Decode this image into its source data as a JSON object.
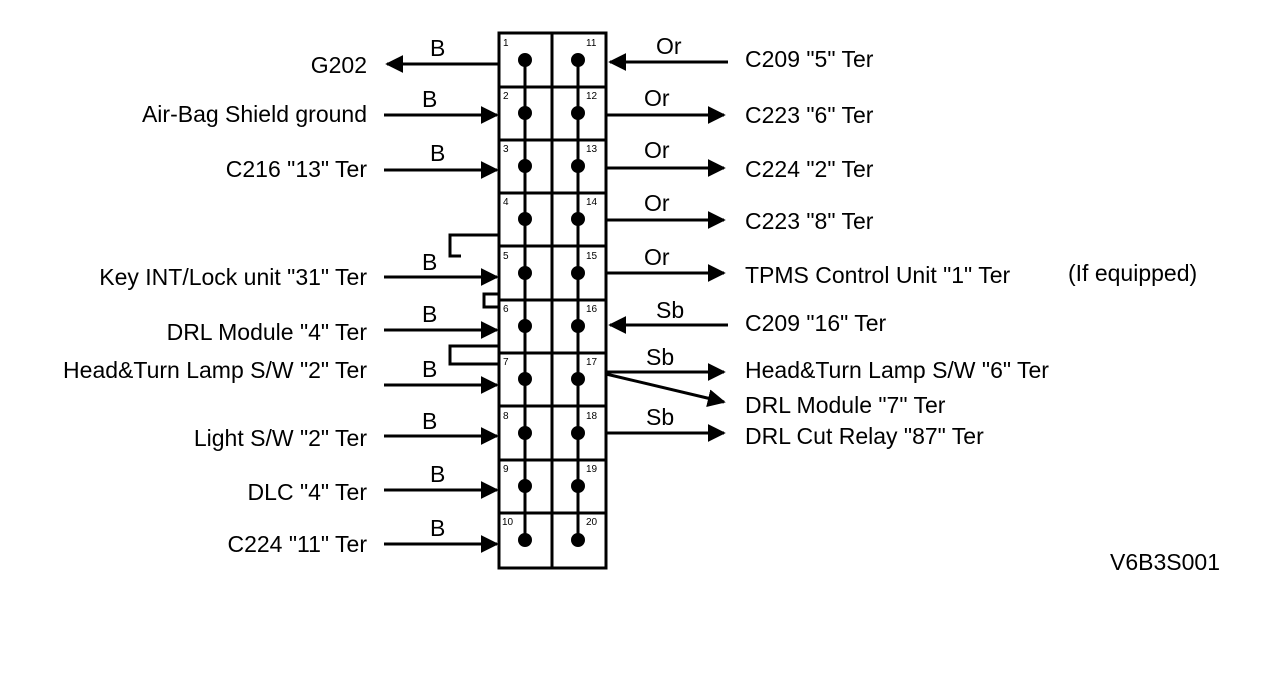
{
  "colors": {
    "ink": "#000000",
    "background": "#ffffff"
  },
  "connector": {
    "left_pins": [
      "1",
      "2",
      "3",
      "4",
      "5",
      "6",
      "7",
      "8",
      "9",
      "10"
    ],
    "right_pins": [
      "11",
      "12",
      "13",
      "14",
      "15",
      "16",
      "17",
      "18",
      "19",
      "20"
    ]
  },
  "left_connections": [
    {
      "label": "G202",
      "code": "B",
      "direction": "outgoing"
    },
    {
      "label": "Air-Bag Shield ground",
      "code": "B",
      "direction": "incoming"
    },
    {
      "label": "C216 \"13\" Ter",
      "code": "B",
      "direction": "incoming"
    },
    {
      "label": "Key INT/Lock unit \"31\" Ter",
      "code": "B",
      "direction": "incoming"
    },
    {
      "label": "DRL Module \"4\" Ter",
      "code": "B",
      "direction": "incoming"
    },
    {
      "label": "Head&Turn Lamp S/W \"2\" Ter",
      "code": "B",
      "direction": "incoming"
    },
    {
      "label": "Light S/W \"2\" Ter",
      "code": "B",
      "direction": "incoming"
    },
    {
      "label": "DLC \"4\" Ter",
      "code": "B",
      "direction": "incoming"
    },
    {
      "label": "C224 \"11\" Ter",
      "code": "B",
      "direction": "incoming"
    }
  ],
  "right_connections": [
    {
      "label": "C209 \"5\" Ter",
      "code": "Or",
      "direction": "incoming"
    },
    {
      "label": "C223 \"6\" Ter",
      "code": "Or",
      "direction": "outgoing"
    },
    {
      "label": "C224 \"2\" Ter",
      "code": "Or",
      "direction": "outgoing"
    },
    {
      "label": "C223 \"8\" Ter",
      "code": "Or",
      "direction": "outgoing"
    },
    {
      "label": "TPMS Control Unit \"1\" Ter",
      "note": "(If equipped)",
      "code": "Or",
      "direction": "outgoing"
    },
    {
      "label": "C209 \"16\" Ter",
      "code": "Sb",
      "direction": "incoming"
    },
    {
      "label": "Head&Turn Lamp S/W \"6\" Ter",
      "code": "Sb",
      "direction": "outgoing"
    },
    {
      "label": "DRL Module \"7\" Ter",
      "direction": "outgoing"
    },
    {
      "label": "DRL Cut Relay \"87\" Ter",
      "code": "Sb",
      "direction": "outgoing"
    }
  ],
  "reference_code": "V6B3S001"
}
